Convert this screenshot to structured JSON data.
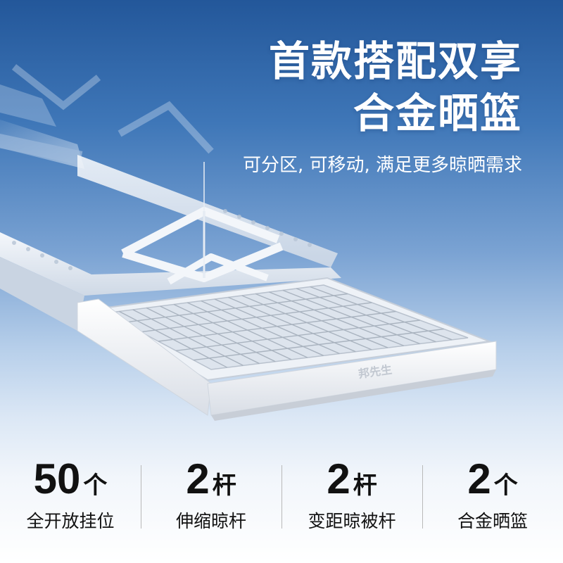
{
  "headline": {
    "line1": "首款搭配双享",
    "line2": "合金晒篮",
    "subtitle": "可分区, 可移动, 满足更多晾晒需求"
  },
  "product": {
    "brand_mark": "邦先生"
  },
  "stats": [
    {
      "value": "50",
      "unit": "个",
      "label": "全开放挂位"
    },
    {
      "value": "2",
      "unit": "杆",
      "label": "伸缩晾杆"
    },
    {
      "value": "2",
      "unit": "杆",
      "label": "变距晾被杆"
    },
    {
      "value": "2",
      "unit": "个",
      "label": "合金晒篮"
    }
  ],
  "colors": {
    "background_top": "#23579a",
    "background_bottom": "#ffffff",
    "text_light": "#ffffff",
    "text_dark": "#111111",
    "divider": "#b9b9b9"
  }
}
